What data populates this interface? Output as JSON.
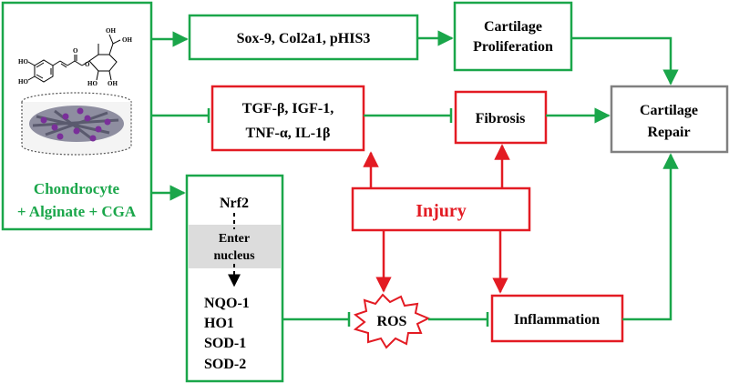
{
  "colors": {
    "green": "#1aa64a",
    "red": "#e31b23",
    "gray": "#808080",
    "shade": "#dcdcdc"
  },
  "source": {
    "line1": "Chondrocyte",
    "line2": "+ Alginate + CGA",
    "molecule_labels": {
      "oh_top": "OH",
      "oh_bl": "HO",
      "oh_br": "OH",
      "oh_low": "OH",
      "ho_left1": "HO",
      "ho_left2": "HO",
      "cooh": "OH",
      "o1": "O",
      "o2": "O"
    }
  },
  "markers": {
    "label": "Sox-9, Col2a1, pHIS3"
  },
  "prolif": {
    "line1": "Cartilage",
    "line2": "Proliferation"
  },
  "cytokines": {
    "line1": "TGF-β, IGF-1,",
    "line2": "TNF-α, IL-1β"
  },
  "fibrosis": {
    "label": "Fibrosis"
  },
  "repair": {
    "line1": "Cartilage",
    "line2": "Repair"
  },
  "injury": {
    "label": "Injury"
  },
  "nrf2": {
    "title": "Nrf2",
    "enter1": "Enter",
    "enter2": "nucleus",
    "genes": [
      "NQO-1",
      "HO1",
      "SOD-1",
      "SOD-2"
    ]
  },
  "ros": {
    "label": "ROS"
  },
  "inflammation": {
    "label": "Inflammation"
  }
}
